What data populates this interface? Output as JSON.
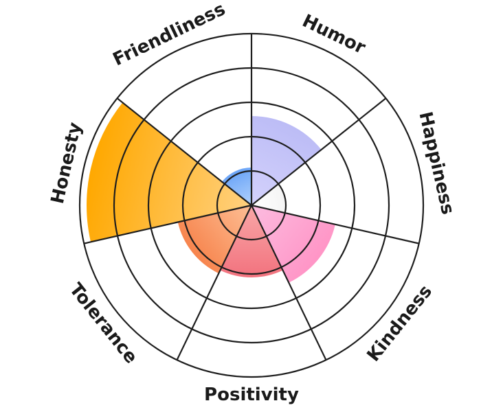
{
  "chart_data": {
    "type": "polar-area",
    "title": "",
    "max_value": 5,
    "rings": 5,
    "categories": [
      "Humor",
      "Happiness",
      "Kindness",
      "Positivity",
      "Tolerance",
      "Honesty",
      "Friendliness"
    ],
    "values": [
      2.6,
      1.0,
      2.5,
      2.1,
      2.2,
      4.8,
      1.1
    ],
    "colors": [
      [
        "#bcbcf6",
        "#d4d2fc"
      ],
      [
        "#f4f4f4",
        "#ffffff"
      ],
      [
        "#ff95c6",
        "#fcbce0"
      ],
      [
        "#f2727e",
        "#f9a8a8"
      ],
      [
        "#f7844d",
        "#fdbf95"
      ],
      [
        "#ffa800",
        "#ffd180"
      ],
      [
        "#6aa4f8",
        "#b2d2fb"
      ]
    ]
  }
}
